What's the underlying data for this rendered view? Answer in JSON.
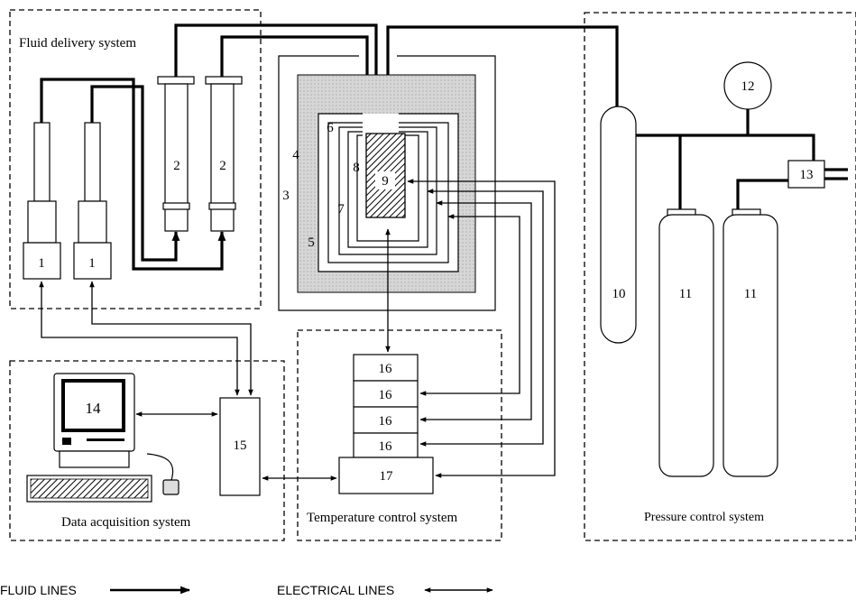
{
  "systems": {
    "fluid_delivery": "Fluid delivery system",
    "data_acquisition": "Data acquisition system",
    "temperature_control": "Temperature control system",
    "pressure_control": "Pressure control system"
  },
  "components": {
    "c1": "1",
    "c2": "2",
    "c3": "3",
    "c4": "4",
    "c5": "5",
    "c6": "6",
    "c7": "7",
    "c8": "8",
    "c9": "9",
    "c10": "10",
    "c11": "11",
    "c12": "12",
    "c13": "13",
    "c14": "14",
    "c15": "15",
    "c16": "16",
    "c17": "17"
  },
  "legend": {
    "fluid": "FLUID LINES",
    "electrical": "ELECTRICAL LINES"
  }
}
